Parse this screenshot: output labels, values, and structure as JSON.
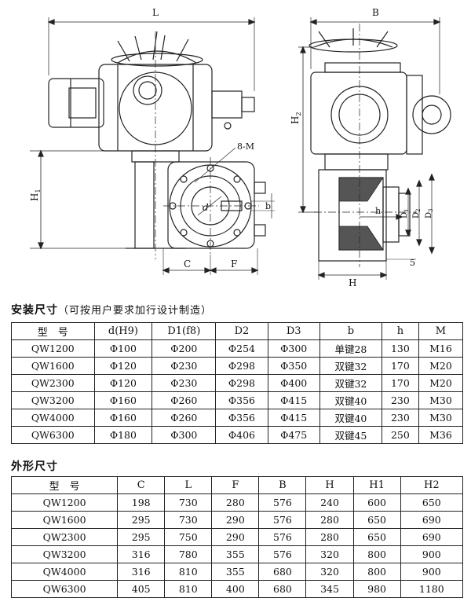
{
  "drawing": {
    "dims": {
      "L": "L",
      "B": "B",
      "H1": "H",
      "H1_sub": "1",
      "H2": "H",
      "H2_sub": "2",
      "M": "8-M",
      "d": "d",
      "b": "b",
      "h": "h",
      "D1": "D",
      "D1_sub": "1",
      "D2": "D",
      "D2_sub": "2",
      "D3": "D",
      "D3_sub": "3",
      "C": "C",
      "F": "F",
      "H": "H",
      "five": "5"
    }
  },
  "install": {
    "title": "安装尺寸",
    "note": "（可按用户要求加行设计制造）",
    "headers": [
      "型　号",
      "d(H9)",
      "D1(f8)",
      "D2",
      "D3",
      "b",
      "h",
      "M"
    ],
    "rows": [
      [
        "QW1200",
        "Φ100",
        "Φ200",
        "Φ254",
        "Φ300",
        "单键28",
        "130",
        "M16"
      ],
      [
        "QW1600",
        "Φ120",
        "Φ230",
        "Φ298",
        "Φ350",
        "双键32",
        "170",
        "M20"
      ],
      [
        "QW2300",
        "Φ120",
        "Φ230",
        "Φ298",
        "Φ400",
        "双键32",
        "170",
        "M20"
      ],
      [
        "QW3200",
        "Φ160",
        "Φ260",
        "Φ356",
        "Φ415",
        "双键40",
        "230",
        "M30"
      ],
      [
        "QW4000",
        "Φ160",
        "Φ260",
        "Φ356",
        "Φ415",
        "双键40",
        "230",
        "M30"
      ],
      [
        "QW6300",
        "Φ180",
        "Φ300",
        "Φ406",
        "Φ475",
        "双键45",
        "250",
        "M36"
      ]
    ]
  },
  "outline": {
    "title": "外形尺寸",
    "headers": [
      "型　号",
      "C",
      "L",
      "F",
      "B",
      "H",
      "H1",
      "H2"
    ],
    "rows": [
      [
        "QW1200",
        "198",
        "730",
        "280",
        "576",
        "240",
        "600",
        "650"
      ],
      [
        "QW1600",
        "295",
        "730",
        "290",
        "576",
        "280",
        "650",
        "690"
      ],
      [
        "QW2300",
        "295",
        "750",
        "290",
        "576",
        "280",
        "650",
        "690"
      ],
      [
        "QW3200",
        "316",
        "780",
        "355",
        "576",
        "320",
        "800",
        "900"
      ],
      [
        "QW4000",
        "316",
        "810",
        "355",
        "680",
        "320",
        "800",
        "900"
      ],
      [
        "QW6300",
        "405",
        "810",
        "400",
        "680",
        "345",
        "980",
        "1180"
      ]
    ]
  }
}
